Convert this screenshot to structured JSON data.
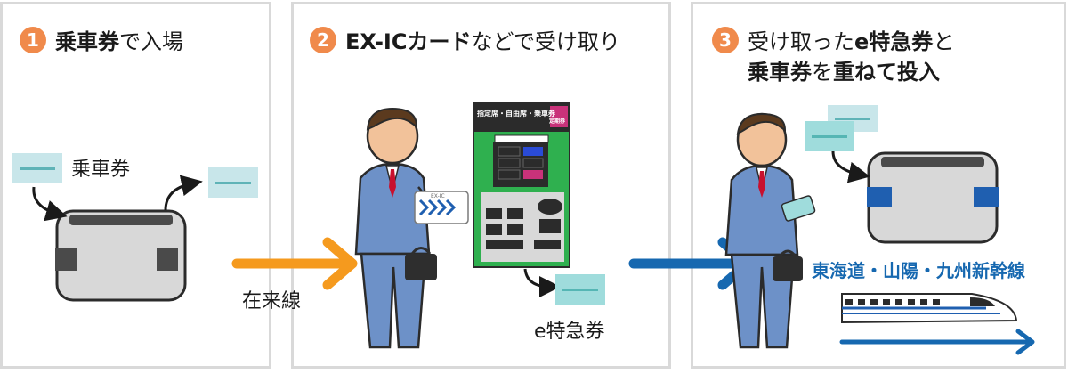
{
  "steps": [
    {
      "number": "1",
      "title_bold": "乗車券",
      "title_rest": "で入場"
    },
    {
      "number": "2",
      "title_bold": "EX-ICカード",
      "title_rest": "などで受け取り"
    },
    {
      "number": "3",
      "title_rest_a": "受け取った",
      "title_bold_a": "e特急券",
      "title_rest_b": "と\n",
      "title_bold_b": "乗車券",
      "title_rest_c": "を",
      "title_bold_c": "重ねて投入"
    }
  ],
  "labels": {
    "ticket": "乗車券",
    "conventional_line": "在来線",
    "e_ticket": "e特急券",
    "route": "東海道・山陽・九州新幹線"
  },
  "machine": {
    "header": "指定席・自由席・乗車券",
    "teiki": "定期券"
  },
  "card": {
    "label": "EX-IC"
  },
  "colors": {
    "badge": "#f08a4b",
    "arrow_orange": "#f59a1e",
    "arrow_blue": "#1668b0",
    "machine_green": "#2fb04f",
    "route_text": "#1668b0"
  }
}
